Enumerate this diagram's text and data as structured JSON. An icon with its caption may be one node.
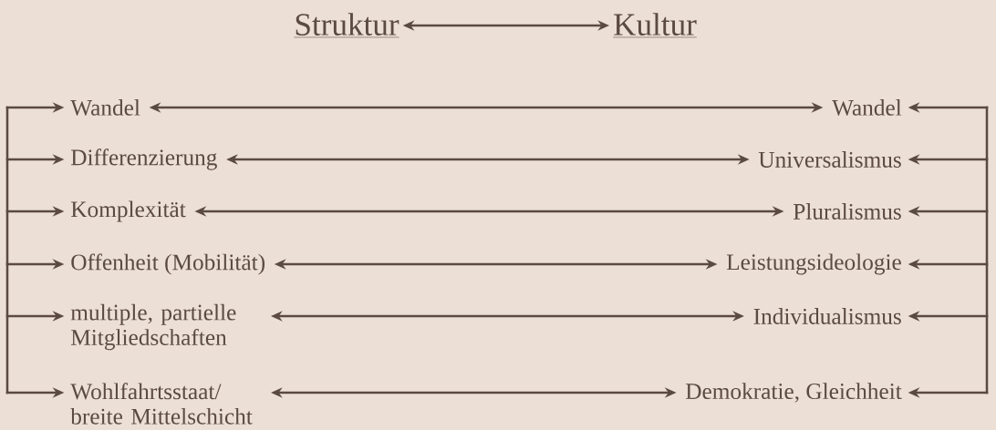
{
  "diagram": {
    "nodes": [
      {
        "text": [
          "Struktur"
        ]
      },
      {
        "text": [
          "Kultur"
        ]
      },
      {
        "text": [
          "Wandel"
        ]
      },
      {
        "text": [
          "Differenzierung"
        ]
      },
      {
        "text": [
          "Komplexität"
        ]
      },
      {
        "text": [
          "Offenheit (Mobilität)"
        ]
      },
      {
        "text": [
          "multiple, partielle Mitgliedschaften"
        ]
      },
      {
        "text": [
          "Wohlfahrtsstaat/ breite Mittelschicht"
        ]
      },
      {
        "text": [
          "Wandel"
        ]
      },
      {
        "text": [
          "Universalismus"
        ]
      },
      {
        "text": [
          "Pluralismus"
        ]
      },
      {
        "text": [
          "Leistungsideologie"
        ]
      },
      {
        "text": [
          "Individualismus"
        ]
      },
      {
        "text": [
          "Demokratie, Gleichheit"
        ]
      }
    ],
    "edges": [
      {
        "from": 0,
        "to": 1,
        "arrow": "both"
      },
      {
        "from": 2,
        "to": 8,
        "arrow": "both"
      },
      {
        "from": 3,
        "to": 9,
        "arrow": "both"
      },
      {
        "from": 4,
        "to": 10,
        "arrow": "both"
      },
      {
        "from": 5,
        "to": 11,
        "arrow": "both"
      },
      {
        "from": 6,
        "to": 12,
        "arrow": "both"
      },
      {
        "from": 7,
        "to": 13,
        "arrow": "both"
      },
      {
        "from": null,
        "to": 2,
        "arrow": "to"
      },
      {
        "from": null,
        "to": 3,
        "arrow": "to"
      },
      {
        "from": null,
        "to": 4,
        "arrow": "to"
      },
      {
        "from": null,
        "to": 5,
        "arrow": "to"
      },
      {
        "from": null,
        "to": 6,
        "arrow": "to"
      },
      {
        "from": null,
        "to": 7,
        "arrow": "to"
      },
      {
        "from": null,
        "to": 8,
        "arrow": "to"
      },
      {
        "from": null,
        "to": 9,
        "arrow": "to"
      },
      {
        "from": null,
        "to": 10,
        "arrow": "to"
      },
      {
        "from": null,
        "to": 11,
        "arrow": "to"
      },
      {
        "from": null,
        "to": 12,
        "arrow": "to"
      },
      {
        "from": null,
        "to": 13,
        "arrow": "to"
      }
    ]
  }
}
